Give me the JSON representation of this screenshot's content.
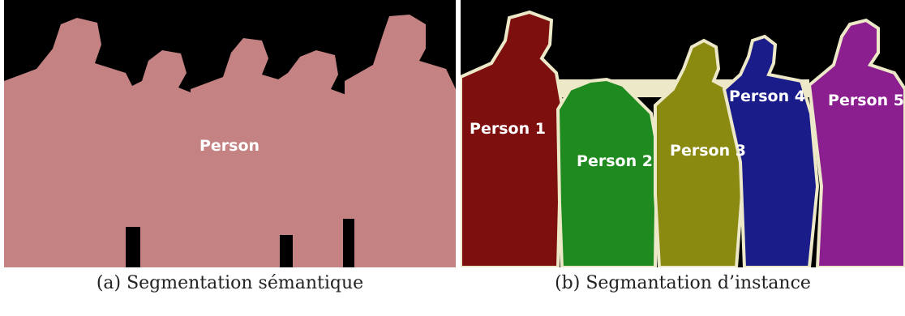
{
  "panel_a": {
    "caption": "(a) Segmentation sémantique",
    "label": "Person",
    "mask_color": "#c48282",
    "background": "#000000"
  },
  "panel_b": {
    "caption": "(b) Segmantation d’instance",
    "background": "#000000",
    "outline_color": "#ece8c8",
    "instances": [
      {
        "label": "Person 1",
        "color": "#7d0f0f"
      },
      {
        "label": "Person 2",
        "color": "#1f8a1f"
      },
      {
        "label": "Person 3",
        "color": "#8a8a10"
      },
      {
        "label": "Person 4",
        "color": "#1a1c8a"
      },
      {
        "label": "Person 5",
        "color": "#8c1f90"
      }
    ]
  }
}
